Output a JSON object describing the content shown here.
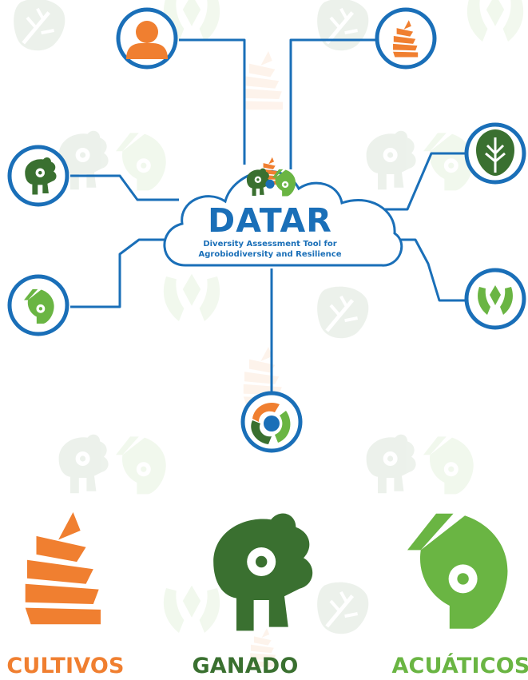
{
  "logo": {
    "title": "DATAR",
    "subtitle_line1": "Diversity Assessment Tool for",
    "subtitle_line2": "Agrobiodiversity and Resilience"
  },
  "categories": [
    {
      "label": "CULTIVOS",
      "color": "#f07f30"
    },
    {
      "label": "GANADO",
      "color": "#3a7030"
    },
    {
      "label": "ACUÁTICOS",
      "color": "#6ab543"
    }
  ],
  "colors": {
    "brand_blue": "#1a6fb8",
    "orange": "#f07f30",
    "dark_green": "#3a7030",
    "light_green": "#6ab543"
  },
  "nodes": [
    {
      "name": "person-icon"
    },
    {
      "name": "crop-icon"
    },
    {
      "name": "livestock-icon"
    },
    {
      "name": "leaf-icon"
    },
    {
      "name": "fish-icon"
    },
    {
      "name": "forest-icon"
    },
    {
      "name": "cycle-icon"
    }
  ]
}
